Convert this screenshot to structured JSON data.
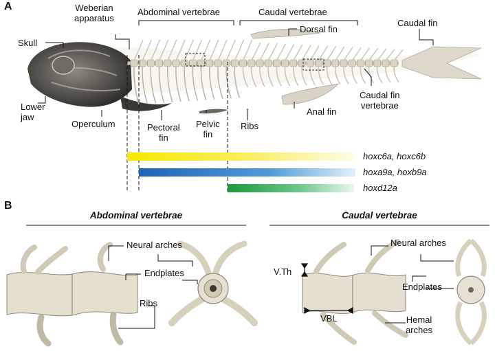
{
  "panels": {
    "a": "A",
    "b": "B"
  },
  "panel_a": {
    "labels": {
      "weberian": "Weberian\napparatus",
      "abdominal": "Abdominal vertebrae",
      "caudal": "Caudal vertebrae",
      "skull": "Skull",
      "dorsal": "Dorsal fin",
      "caudal_fin": "Caudal fin",
      "lower_jaw": "Lower\njaw",
      "operculum": "Operculum",
      "pectoral": "Pectoral\nfin",
      "pelvic": "Pelvic\nfin",
      "ribs": "Ribs",
      "anal": "Anal fin",
      "cf_vert": "Caudal fin\nvertebrae"
    },
    "genes": {
      "g1": "hoxc6a, hoxc6b",
      "g2": "hoxa9a, hoxb9a",
      "g3": "hoxd12a"
    },
    "colors": {
      "g1": "#f6e800",
      "g2": "#1f6fc0",
      "g3": "#1e9b3f"
    }
  },
  "panel_b": {
    "abdominal_title": "Abdominal vertebrae",
    "caudal_title": "Caudal vertebrae",
    "labels": {
      "neural_left": "Neural arches",
      "endplates_left": "Endplates",
      "ribs": "Ribs",
      "neural_right": "Neural arches",
      "vth": "V.Th",
      "endplates_right": "Endplates",
      "vbl": "VBL",
      "hemal": "Hemal\narches"
    }
  }
}
